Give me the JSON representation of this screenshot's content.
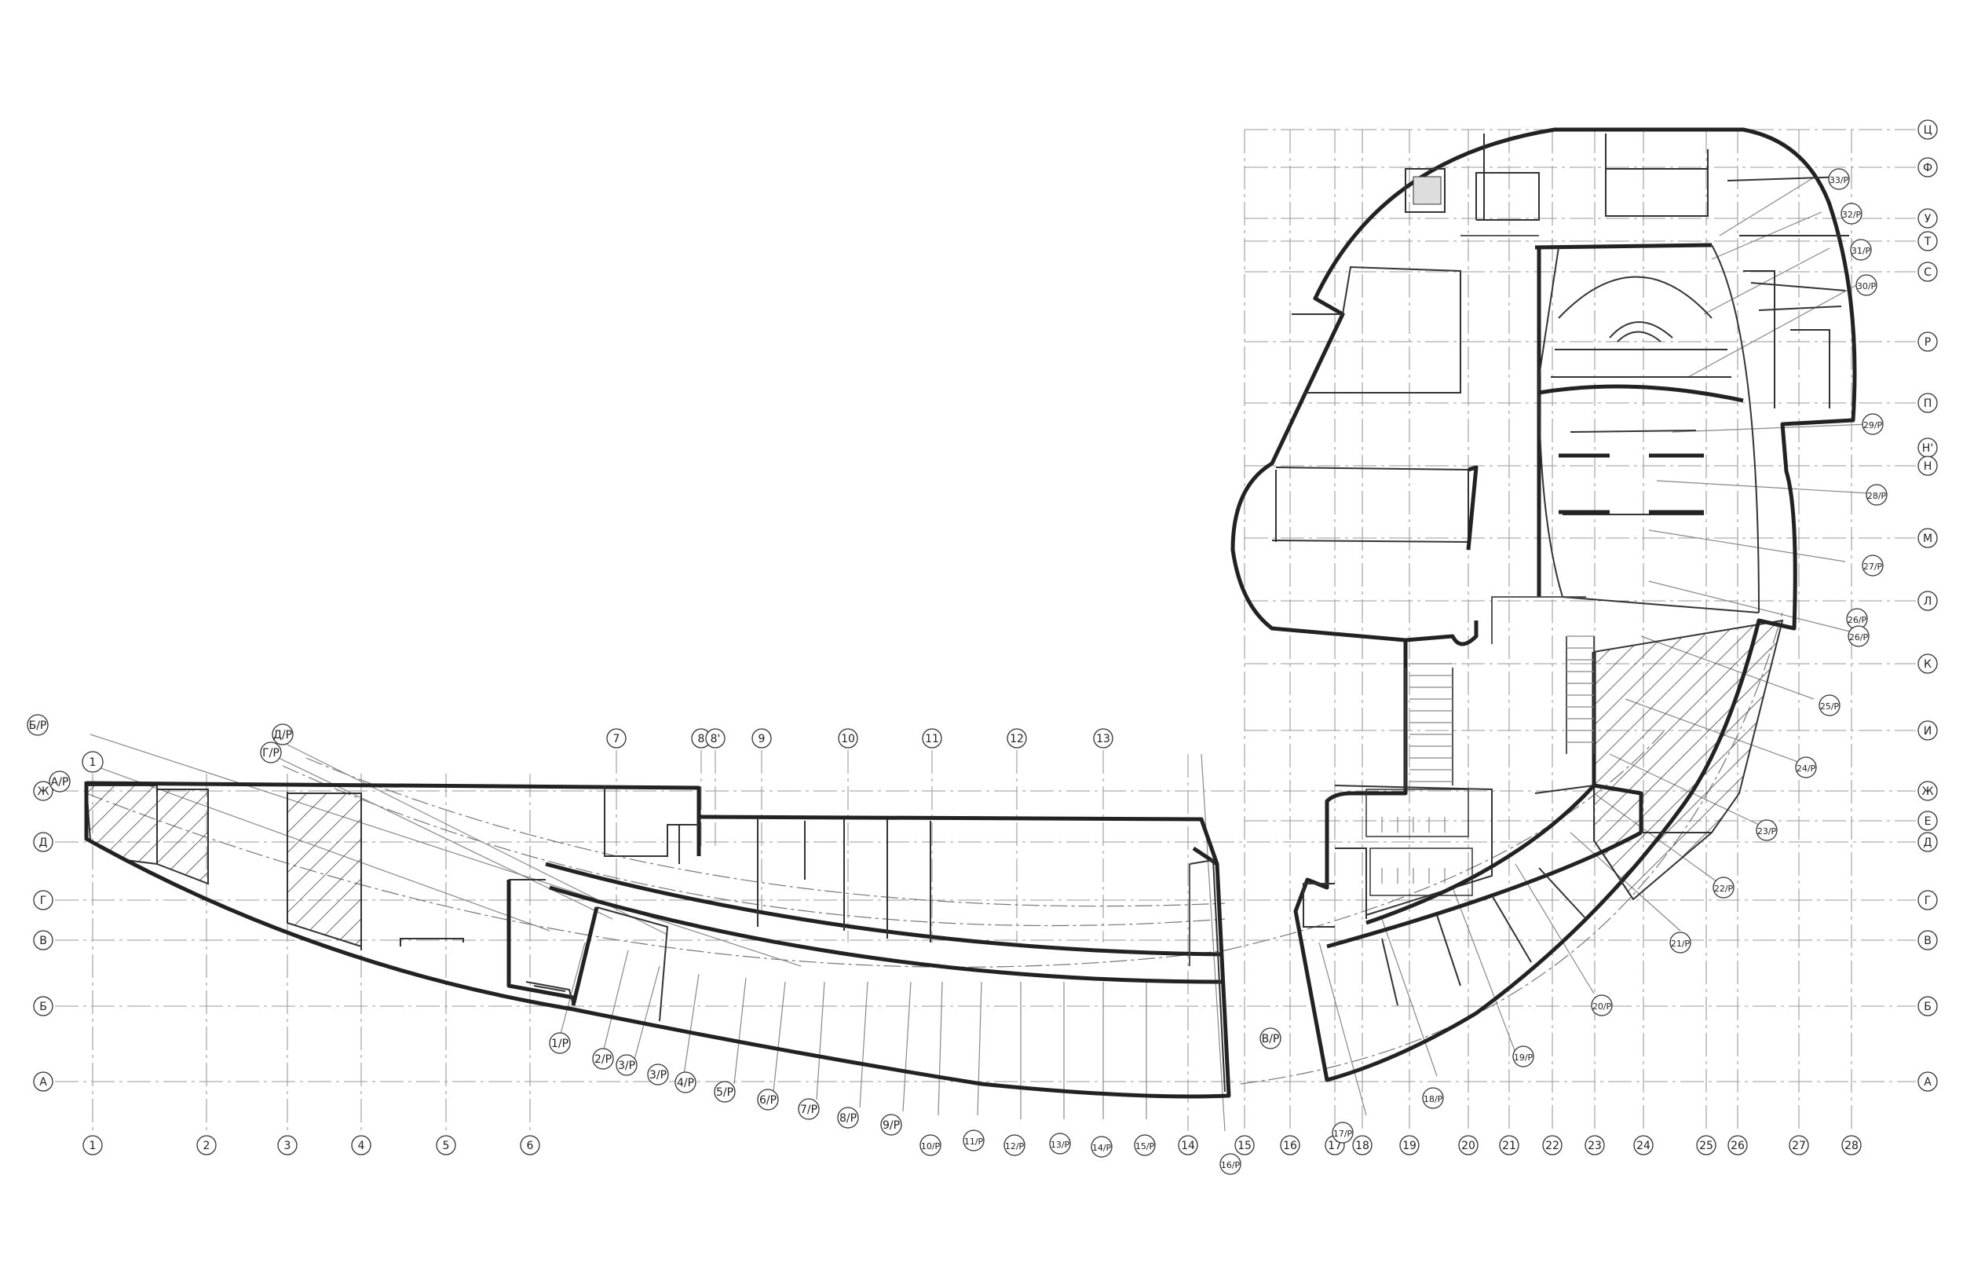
{
  "plan": {
    "axes_bottom": [
      "1",
      "2",
      "3",
      "4",
      "5",
      "6",
      "14",
      "15",
      "16",
      "17",
      "18",
      "19",
      "20",
      "21",
      "22",
      "23",
      "24",
      "25",
      "26",
      "27",
      "28"
    ],
    "axes_top": [
      "7",
      "8",
      "8'",
      "9",
      "10",
      "11",
      "12",
      "13"
    ],
    "axes_left": [
      "А",
      "Б",
      "В",
      "Г",
      "Д",
      "Ж"
    ],
    "axes_right": [
      "Ц",
      "Ф",
      "У",
      "Т",
      "С",
      "Р",
      "П",
      "Н'",
      "Н",
      "М",
      "Л",
      "К",
      "И",
      "Ж",
      "Е",
      "Д",
      "Г",
      "В",
      "Б",
      "А"
    ],
    "radial_labels": [
      "Б/Р",
      "1",
      "Д/Р",
      "Г/Р",
      "А/Р",
      "1/Р",
      "2/Р",
      "3/Р",
      "3/Р",
      "4/Р",
      "5/Р",
      "6/Р",
      "7/Р",
      "8/Р",
      "9/Р",
      "10/Р",
      "11/Р",
      "12/Р",
      "13/Р",
      "14/Р",
      "15/Р",
      "16/Р",
      "17/Р",
      "18/Р",
      "19/Р",
      "20/Р",
      "21/Р",
      "22/Р",
      "23/Р",
      "24/Р",
      "25/Р",
      "26/Р",
      "26/Р",
      "27/Р",
      "28/Р",
      "29/Р",
      "30/Р",
      "31/Р",
      "32/Р",
      "33/Р",
      "В/Р"
    ]
  }
}
